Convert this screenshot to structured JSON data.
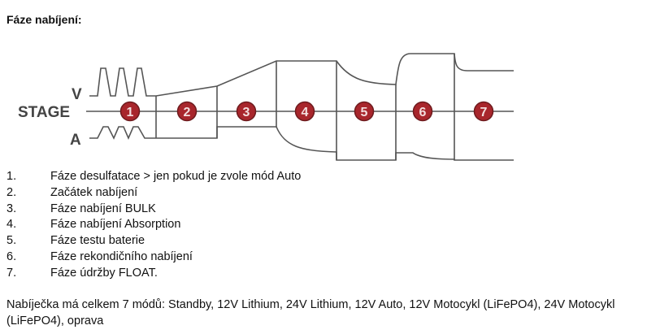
{
  "title": "Fáze nabíjení:",
  "diagram": {
    "label_v": "V",
    "label_stage": "STAGE",
    "label_a": "A",
    "stages": [
      "1",
      "2",
      "3",
      "4",
      "5",
      "6",
      "7"
    ],
    "circle_color": "#a8262c"
  },
  "phases": [
    {
      "num": "1.",
      "text": "Fáze desulfatace > jen pokud je zvole mód Auto"
    },
    {
      "num": "2.",
      "text": "Začátek nabíjení"
    },
    {
      "num": "3.",
      "text": "Fáze nabíjení BULK"
    },
    {
      "num": "4.",
      "text": "Fáze nabíjení Absorption"
    },
    {
      "num": "5.",
      "text": "Fáze testu baterie"
    },
    {
      "num": "6.",
      "text": "Fáze rekondičního nabíjení"
    },
    {
      "num": "7.",
      "text": "Fáze údržby FLOAT."
    }
  ],
  "modes_text": "Nabíječka má celkem 7 módů: Standby, 12V Lithium, 24V Lithium, 12V Auto, 12V Motocykl (LiFePO4), 24V Motocykl (LiFePO4), oprava"
}
